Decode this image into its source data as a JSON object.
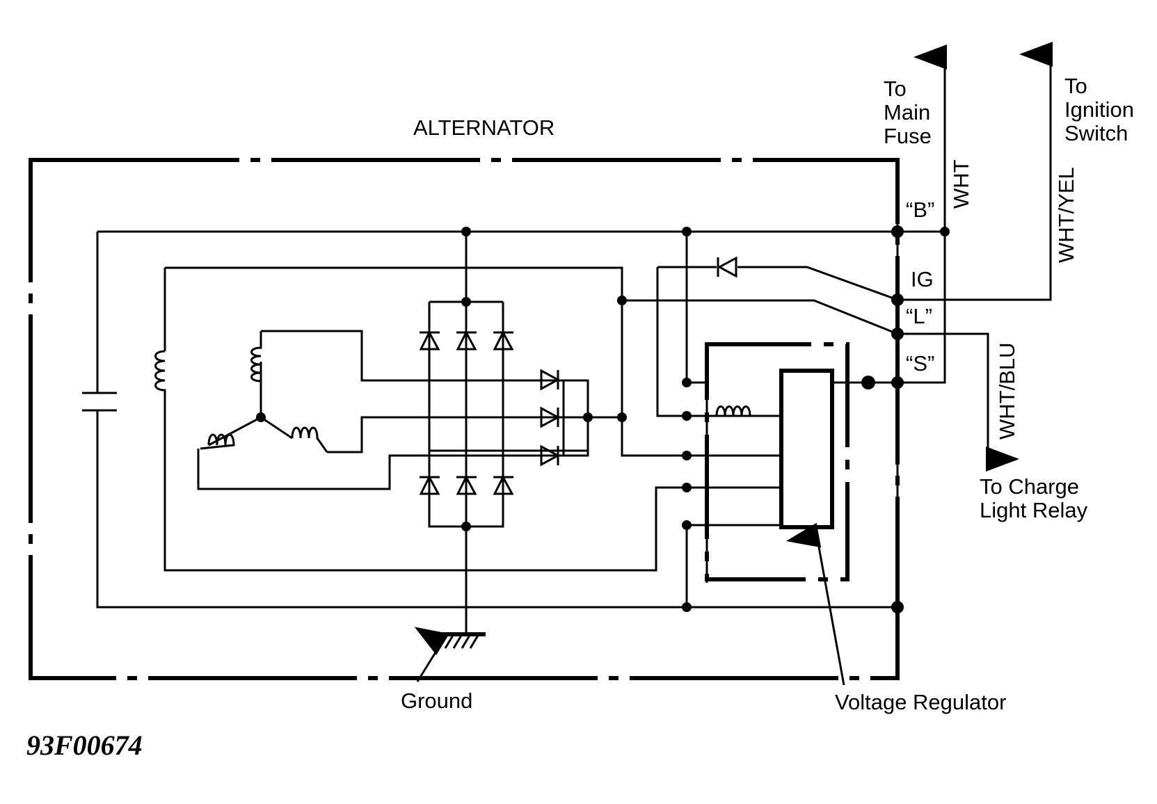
{
  "title": "ALTERNATOR",
  "figure_code": "93F00674",
  "terminals": {
    "b": "“B”",
    "ig": "IG",
    "l": "“L”",
    "s": "“S”"
  },
  "wire_colors": {
    "main_fuse": "WHT",
    "ignition": "WHT/YEL",
    "charge_light": "WHT/BLU"
  },
  "destinations": {
    "main_fuse": [
      "To",
      "Main",
      "Fuse"
    ],
    "ignition": [
      "To",
      "Ignition",
      "Switch"
    ],
    "charge_light": [
      "To Charge",
      "Light Relay"
    ]
  },
  "callouts": {
    "ground": "Ground",
    "voltage_regulator": "Voltage Regulator"
  }
}
